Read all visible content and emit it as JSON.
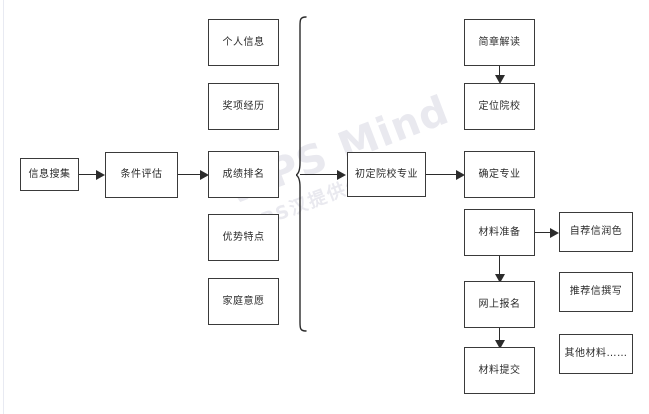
{
  "diagram": {
    "title_watermark": {
      "main": "WPS Mind",
      "sub": "WPS汉提供作图服务"
    },
    "stage1": {
      "label": "信息搜集"
    },
    "stage2": {
      "label": "条件评估"
    },
    "criteria": [
      {
        "label": "个人信息"
      },
      {
        "label": "奖项经历"
      },
      {
        "label": "成绩排名"
      },
      {
        "label": "优势特点"
      },
      {
        "label": "家庭意愿"
      }
    ],
    "stage3": {
      "label": "初定院校专业"
    },
    "right_column": [
      {
        "label": "简章解读"
      },
      {
        "label": "定位院校"
      },
      {
        "label": "确定专业"
      },
      {
        "label": "材料准备"
      },
      {
        "label": "网上报名"
      },
      {
        "label": "材料提交"
      }
    ],
    "materials": [
      {
        "label": "自荐信润色"
      },
      {
        "label": "推荐信撰写"
      },
      {
        "label": "其他材料……"
      }
    ],
    "colors": {
      "stroke": "#3a3a3a",
      "connector": "#2b2b2b",
      "background": "#ffffff",
      "watermark": "#e9e9ef"
    }
  }
}
